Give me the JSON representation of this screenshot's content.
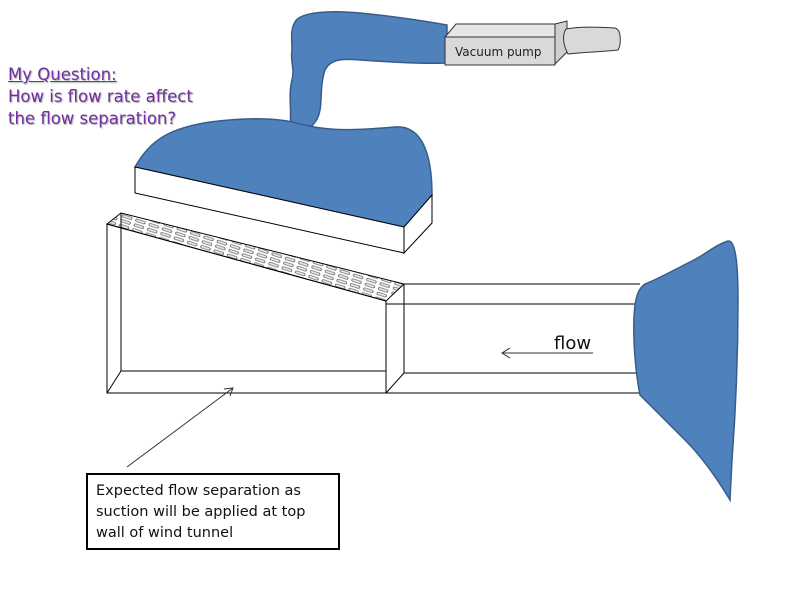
{
  "question": {
    "title": "My Question:",
    "body": "How is flow rate affect the flow separation?"
  },
  "labels": {
    "vacuum_pump": "Vacuum pump",
    "flow": "flow",
    "note": "Expected flow separation  as suction will be applied at top wall of wind tunnel"
  },
  "colors": {
    "blue_fill": "#4f81bd",
    "blue_stroke": "#385d8a",
    "question_text": "#7030a0",
    "pump_gray": "#d9d9d9"
  }
}
